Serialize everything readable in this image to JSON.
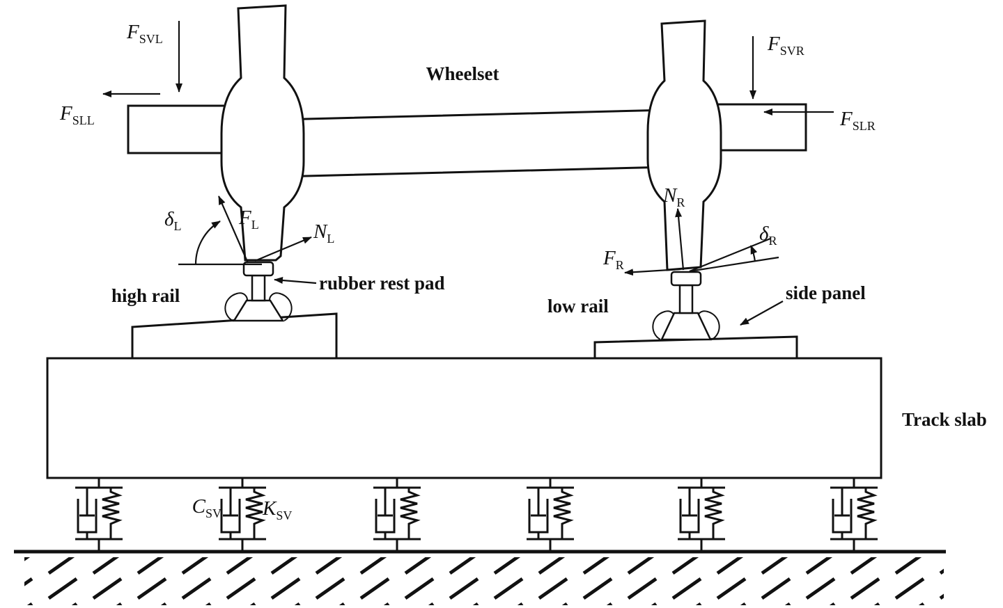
{
  "diagram": {
    "title": "Wheelset",
    "forces": {
      "fsvl": {
        "main": "F",
        "sub": "SVL"
      },
      "fsll": {
        "main": "F",
        "sub": "SLL"
      },
      "fsvr": {
        "main": "F",
        "sub": "SVR"
      },
      "fslr": {
        "main": "F",
        "sub": "SLR"
      },
      "fl": {
        "main": "F",
        "sub": "L"
      },
      "nl": {
        "main": "N",
        "sub": "L"
      },
      "deltal": {
        "main": "δ",
        "sub": "L"
      },
      "nr": {
        "main": "N",
        "sub": "R"
      },
      "fr": {
        "main": "F",
        "sub": "R"
      },
      "deltar": {
        "main": "δ",
        "sub": "R"
      },
      "csv": {
        "main": "C",
        "sub": "SV"
      },
      "ksv": {
        "main": "K",
        "sub": "SV"
      }
    },
    "part_labels": {
      "high_rail": "high rail",
      "rubber_rest_pad": "rubber rest pad",
      "low_rail": "low rail",
      "side_panel": "side panel",
      "track_slab": "Track slab"
    },
    "colors": {
      "line": "#111111",
      "background": "#ffffff"
    }
  }
}
